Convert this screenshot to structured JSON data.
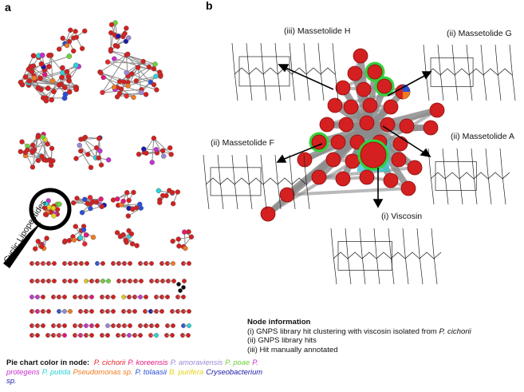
{
  "panels": {
    "a": "a",
    "b": "b"
  },
  "magnifier_text": "Cyclic Lipopeptides",
  "compounds": {
    "massetolide_h": "(iii) Massetolide H",
    "massetolide_g": "(ii) Massetolide G",
    "massetolide_f": "(ii) Massetolide F",
    "massetolide_a": "(ii) Massetolide A",
    "viscosin": "(i) Viscosin"
  },
  "legend": {
    "title": "Pie chart color in node:",
    "items": [
      {
        "label": "P. cichorii",
        "color": "#e8262c"
      },
      {
        "label": "P. koreensis",
        "color": "#e4167c"
      },
      {
        "label": "P. amoraviensis",
        "color": "#9b87d6"
      },
      {
        "label": "P. poae",
        "color": "#6fd23a"
      },
      {
        "label": "P. protegens",
        "color": "#c62fd0"
      },
      {
        "label": "P. putida",
        "color": "#2ad4d8"
      },
      {
        "label": "Pseudomonas sp.",
        "color": "#f07a1e"
      },
      {
        "label": "P. tolaasii",
        "color": "#2a4fd8"
      },
      {
        "label": "B. purifera",
        "color": "#e6d21a"
      },
      {
        "label": "Cryseobacterium sp.",
        "color": "#1a1aa8"
      }
    ]
  },
  "node_info": {
    "title": "Node information",
    "line1_prefix": "(i) GNPS library hit clustering with viscosin isolated from ",
    "line1_species": "P. cichorii",
    "line2": "(ii) GNPS library hits",
    "line3": "(iii) Hit manually annotated"
  },
  "colors": {
    "node_fill": "#d42020",
    "node_stroke": "#8a0d0d",
    "edge": "#8c8c8c",
    "hit_ring": "#33d23a",
    "hit_square": "#38c7d0"
  }
}
